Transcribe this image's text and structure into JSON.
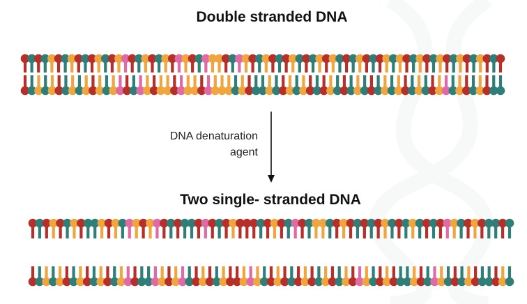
{
  "titles": {
    "double": "Double stranded DNA",
    "single": "Two single- stranded DNA"
  },
  "agent": {
    "line1": "DNA denaturation",
    "line2": "agent"
  },
  "colors": {
    "red": "#b5302a",
    "teal": "#2f7f78",
    "orange": "#f0a640",
    "pink": "#de6aa6",
    "arrow": "#111111"
  },
  "strands": {
    "double_top_sequence": "r t r t o r t o r t r o t r o p r t o r t o r p o r t p o o r t p o r t o r t r o t r t o r o t r t o r t r o t o r t o r t o r t o r t o r t r",
    "double_bottom_sequence": "r t o t o r t o t o r o t o p r t p o r o o r p o o r p o o o t o r t t o t r o t o r t r o t r t o t r t o t o r t o t r o p t o r t o r t t",
    "single_top_sequence": "r t r o r t o r t t o r o t p o r o p r t r t t r p r t r o r r r t r o r t p r t o o t r o r t r t r o t r t o t r t r p o t r o r t t r t",
    "single_bottom_sequence": "r t o t o r t o r t o r t o p r t t p o r o p t r o r t o r r o p o t r o r t r o r t o r t o r p o t r o r t t o r t p o t r t o r t t r o t"
  }
}
